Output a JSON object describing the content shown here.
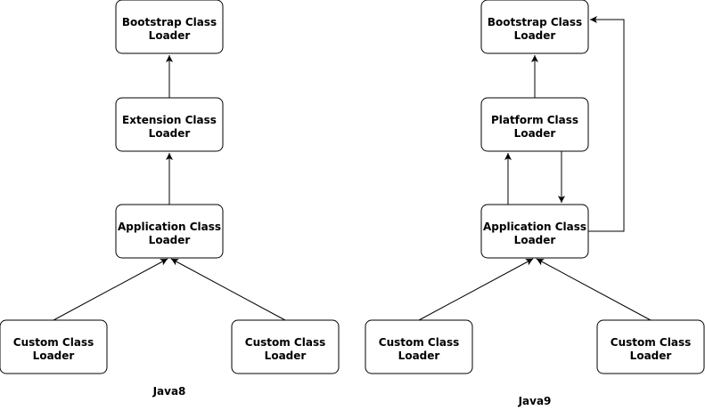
{
  "java8": {
    "caption": "Java8",
    "bootstrap": {
      "line1": "Bootstrap Class",
      "line2": "Loader"
    },
    "extension": {
      "line1": "Extension Class",
      "line2": "Loader"
    },
    "application": {
      "line1": "Application Class",
      "line2": "Loader"
    },
    "custom_left": {
      "line1": "Custom Class",
      "line2": "Loader"
    },
    "custom_right": {
      "line1": "Custom Class",
      "line2": "Loader"
    }
  },
  "java9": {
    "caption": "Java9",
    "bootstrap": {
      "line1": "Bootstrap Class",
      "line2": "Loader"
    },
    "platform": {
      "line1": "Platform Class",
      "line2": "Loader"
    },
    "application": {
      "line1": "Application Class",
      "line2": "Loader"
    },
    "custom_left": {
      "line1": "Custom Class",
      "line2": "Loader"
    },
    "custom_right": {
      "line1": "Custom Class",
      "line2": "Loader"
    }
  },
  "colors": {
    "stroke": "#000000",
    "background": "#ffffff"
  }
}
